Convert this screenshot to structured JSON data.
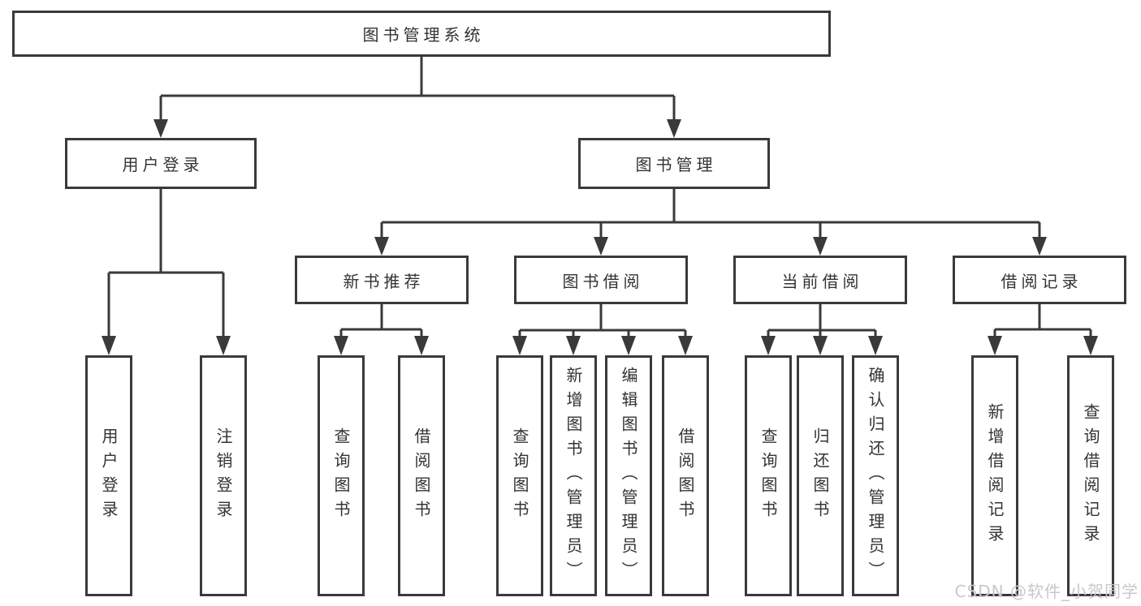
{
  "diagram": {
    "title": "图书管理系统",
    "level2": [
      {
        "label": "用户登录"
      },
      {
        "label": "图书管理"
      }
    ],
    "level3": [
      {
        "label": "新书推荐",
        "parent": "图书管理"
      },
      {
        "label": "图书借阅",
        "parent": "图书管理"
      },
      {
        "label": "当前借阅",
        "parent": "图书管理"
      },
      {
        "label": "借阅记录",
        "parent": "图书管理"
      }
    ],
    "leaves": [
      {
        "label": "用户登录",
        "parent": "用户登录"
      },
      {
        "label": "注销登录",
        "parent": "用户登录"
      },
      {
        "label": "查询图书",
        "parent": "新书推荐"
      },
      {
        "label": "借阅图书",
        "parent": "新书推荐"
      },
      {
        "label": "查询图书",
        "parent": "图书借阅"
      },
      {
        "label": "新增图书（管理员）",
        "parent": "图书借阅"
      },
      {
        "label": "编辑图书（管理员）",
        "parent": "图书借阅"
      },
      {
        "label": "借阅图书",
        "parent": "图书借阅"
      },
      {
        "label": "查询图书",
        "parent": "当前借阅"
      },
      {
        "label": "归还图书",
        "parent": "当前借阅"
      },
      {
        "label": "确认归还（管理员）",
        "parent": "当前借阅"
      },
      {
        "label": "新增借阅记录",
        "parent": "借阅记录"
      },
      {
        "label": "查询借阅记录",
        "parent": "借阅记录"
      }
    ]
  },
  "watermark": {
    "text": "CSDN @软件_小贺同学"
  },
  "colors": {
    "line": "#3a3a3a",
    "text": "#333333",
    "watermark": "#c8c8c8",
    "background": "#ffffff"
  }
}
